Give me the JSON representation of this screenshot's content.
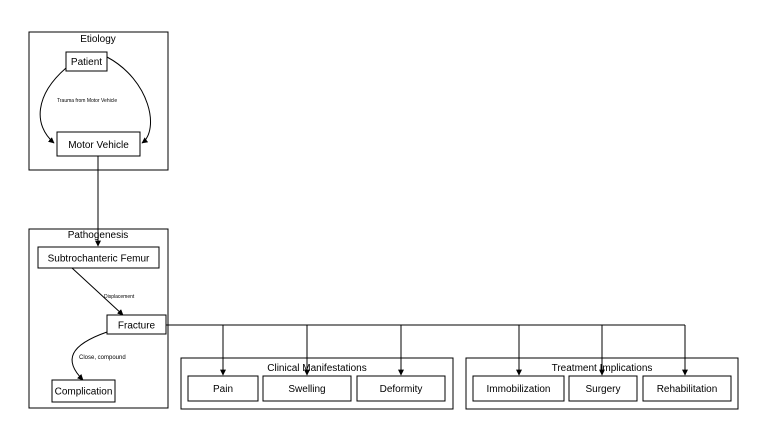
{
  "clusters": {
    "etiology": "Etiology",
    "pathogenesis": "Pathogenesis",
    "clinical": "Clinical Manifestations",
    "treatment": "Treatment Implications"
  },
  "nodes": {
    "patient": "Patient",
    "motor_vehicle": "Motor Vehicle",
    "subtrochanteric_femur": "Subtrochanteric Femur",
    "fracture": "Fracture",
    "complication": "Complication",
    "pain": "Pain",
    "swelling": "Swelling",
    "deformity": "Deformity",
    "immobilization": "Immobilization",
    "surgery": "Surgery",
    "rehabilitation": "Rehabilitation"
  },
  "edges": {
    "trauma": "Trauma from Motor Vehicle",
    "displacement": "Displacement",
    "close_compound": "Close, compound"
  },
  "colors": {
    "stroke": "#000000",
    "fill": "#ffffff"
  }
}
